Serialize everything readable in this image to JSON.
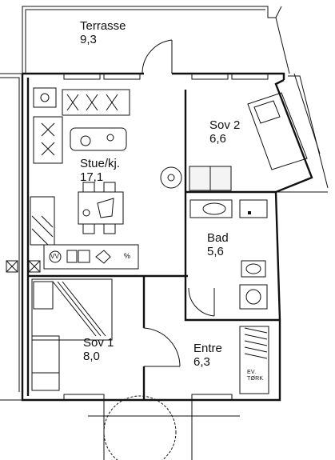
{
  "rooms": {
    "terrace": {
      "name": "Terrasse",
      "area": "9,3"
    },
    "living": {
      "name": "Stue/kj.",
      "area": "17,1"
    },
    "bedroom2": {
      "name": "Sov 2",
      "area": "6,6"
    },
    "bath": {
      "name": "Bad",
      "area": "5,6"
    },
    "bedroom1": {
      "name": "Sov 1",
      "area": "8,0"
    },
    "entrance": {
      "name": "Entre",
      "area": "6,3"
    }
  },
  "fixtures": {
    "dryer_line1": "EV.",
    "dryer_line2": "TØRK",
    "washer_mark": "VV",
    "percent_mark": "%"
  }
}
